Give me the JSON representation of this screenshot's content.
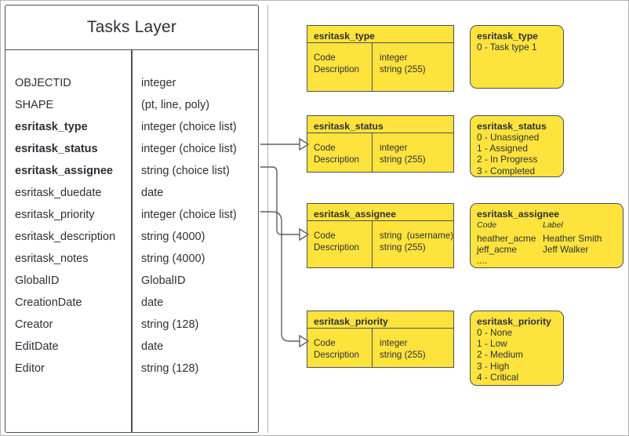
{
  "diagram": {
    "title": "Tasks Layer",
    "accent_yellow": "#FFE33D",
    "stroke": "#4a5058"
  },
  "tasks_layer": {
    "title": "Tasks Layer",
    "fields": [
      {
        "name": "OBJECTID",
        "type": "integer",
        "bold": false
      },
      {
        "name": "SHAPE",
        "type": "(pt, line, poly)",
        "bold": false
      },
      {
        "name": "esritask_type",
        "type": "integer (choice list)",
        "bold": true
      },
      {
        "name": "esritask_status",
        "type": "integer (choice list)",
        "bold": true
      },
      {
        "name": "esritask_assignee",
        "type": "string (choice list)",
        "bold": true
      },
      {
        "name": "esritask_duedate",
        "type": "date",
        "bold": false
      },
      {
        "name": "esritask_priority",
        "type": "integer (choice list)",
        "bold": false
      },
      {
        "name": "esritask_description",
        "type": "string (4000)",
        "bold": false
      },
      {
        "name": "esritask_notes",
        "type": "string (4000)",
        "bold": false
      },
      {
        "name": "GlobalID",
        "type": "GlobalID",
        "bold": false
      },
      {
        "name": "CreationDate",
        "type": "date",
        "bold": false
      },
      {
        "name": "Creator",
        "type": "string (128)",
        "bold": false
      },
      {
        "name": "EditDate",
        "type": "date",
        "bold": false
      },
      {
        "name": "Editor",
        "type": "string (128)",
        "bold": false
      }
    ]
  },
  "schema_boxes": {
    "type": {
      "title": "esritask_type",
      "left_lines": "Code\nDescription",
      "right_lines": "integer\nstring (255)"
    },
    "status": {
      "title": "esritask_status",
      "left_lines": "Code\nDescription",
      "right_lines": "integer\nstring (255)"
    },
    "assignee": {
      "title": "esritask_assignee",
      "left_lines": "Code\nDescription",
      "right_lines": "string  (username)\nstring (255)"
    },
    "priority": {
      "title": "esritask_priority",
      "left_lines": "Code\nDescription",
      "right_lines": "integer\nstring (255)"
    }
  },
  "value_boxes": {
    "type": {
      "title": "esritask_type",
      "values": "0 - Task type 1"
    },
    "status": {
      "title": "esritask_status",
      "values": "0 - Unassigned\n1 - Assigned\n2 - In Progress\n3 - Completed"
    },
    "assignee": {
      "title": "esritask_assignee",
      "code_header": "Code",
      "label_header": "Label",
      "codes": "heather_acme\njeff_acme\n....",
      "labels": "Heather Smith\nJeff Walker"
    },
    "priority": {
      "title": "esritask_priority",
      "values": "0 - None\n1 - Low\n2 - Medium\n3 - High\n4 - Critical"
    }
  }
}
